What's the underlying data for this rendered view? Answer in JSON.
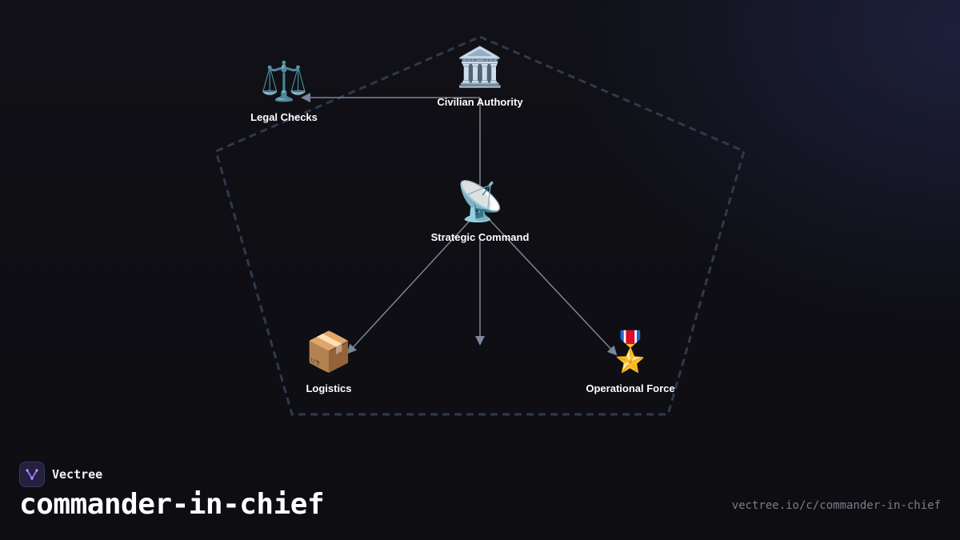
{
  "diagram": {
    "nodes": {
      "civilian_authority": {
        "icon": "🏛️",
        "icon_name": "classical-building-icon",
        "label": "Civilian Authority"
      },
      "legal_checks": {
        "icon": "⚖️",
        "icon_name": "balance-scale-icon",
        "label": "Legal Checks"
      },
      "strategic_command": {
        "icon": "📡",
        "icon_name": "satellite-dish-icon",
        "label": "Strategic Command"
      },
      "logistics": {
        "icon": "📦",
        "icon_name": "package-icon",
        "label": "Logistics"
      },
      "operational_force": {
        "icon": "🎖️",
        "icon_name": "military-medal-icon",
        "label": "Operational Force"
      }
    },
    "edges": [
      {
        "from": "civilian_authority",
        "to": "legal_checks"
      },
      {
        "from": "civilian_authority",
        "to": "strategic_command"
      },
      {
        "from": "strategic_command",
        "to": "logistics"
      },
      {
        "from": "strategic_command",
        "to": "operational_force"
      },
      {
        "from": "strategic_command",
        "to": "unlabeled_bottom"
      }
    ],
    "colors": {
      "edge": "#7a8699",
      "boundary": "#2e3a4c"
    }
  },
  "footer": {
    "brand_name": "Vectree",
    "title": "commander-in-chief",
    "url": "vectree.io/c/commander-in-chief"
  }
}
